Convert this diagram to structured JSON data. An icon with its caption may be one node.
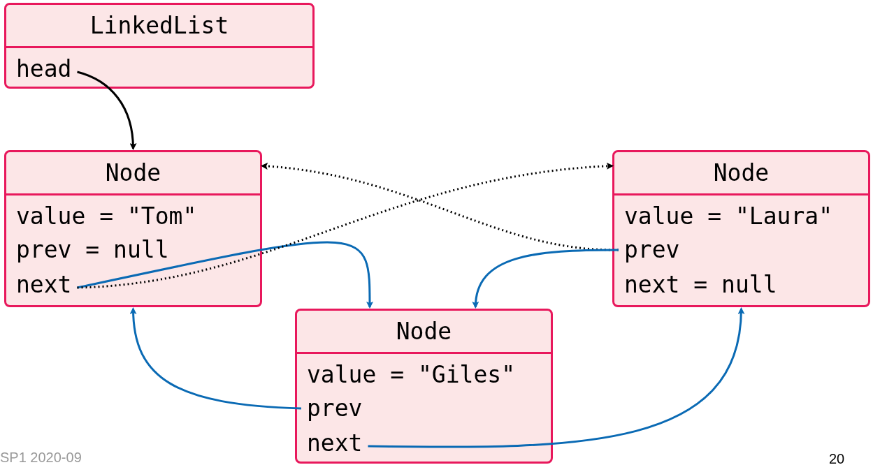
{
  "diagram": {
    "nodes": [
      {
        "text": [
          "LinkedList"
        ]
      },
      {
        "text": [
          "head"
        ],
        "in": 0
      },
      {
        "text": [
          "Node"
        ]
      },
      {
        "text": [
          "value = \"Tom\""
        ],
        "in": 2
      },
      {
        "text": [
          "prev = null"
        ],
        "in": 2
      },
      {
        "text": [
          "next"
        ],
        "in": 2
      },
      {
        "text": [
          "Node"
        ]
      },
      {
        "text": [
          "value = \"Laura\""
        ],
        "in": 6
      },
      {
        "text": [
          "prev"
        ],
        "in": 6
      },
      {
        "text": [
          "next = null"
        ],
        "in": 6
      },
      {
        "text": [
          "Node"
        ]
      },
      {
        "text": [
          "value = \"Giles\""
        ],
        "in": 10
      },
      {
        "text": [
          "prev"
        ],
        "in": 10
      },
      {
        "text": [
          "next"
        ],
        "in": 10
      }
    ],
    "edges": [
      {
        "from": 1,
        "to": 2,
        "arrow": "to",
        "color": "#000000"
      },
      {
        "from": 5,
        "to": 10,
        "arrow": "to"
      },
      {
        "from": 5,
        "to": 6,
        "arrow": "to",
        "style": "dashed",
        "color": "#000000"
      },
      {
        "from": 8,
        "to": 2,
        "arrow": "to",
        "style": "dashed",
        "color": "#000000"
      },
      {
        "from": 8,
        "to": 10,
        "arrow": "to"
      },
      {
        "from": 12,
        "to": 2,
        "arrow": "to"
      },
      {
        "from": 13,
        "to": 6,
        "arrow": "to"
      }
    ],
    "labels": [
      "SP1 2020-09",
      "20"
    ]
  }
}
